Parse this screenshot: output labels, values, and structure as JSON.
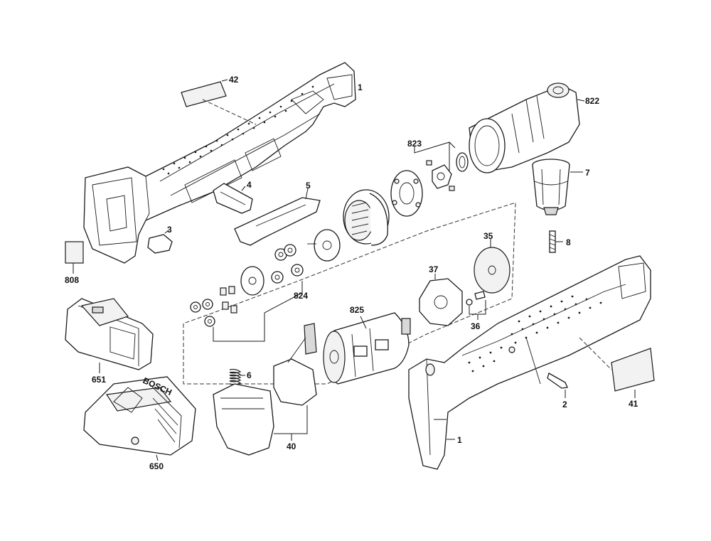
{
  "labels": {
    "p42": "42",
    "p1_top": "1",
    "p822": "822",
    "p823": "823",
    "p7": "7",
    "p8": "8",
    "p4": "4",
    "p5": "5",
    "p3": "3",
    "p808": "808",
    "p35": "35",
    "p37": "37",
    "p824": "824",
    "p825": "825",
    "p36": "36",
    "p651": "651",
    "p6": "6",
    "p2": "2",
    "p41": "41",
    "p650": "650",
    "p40": "40",
    "p1_bottom": "1"
  },
  "logos": {
    "charger_brand": "BOSCH"
  }
}
